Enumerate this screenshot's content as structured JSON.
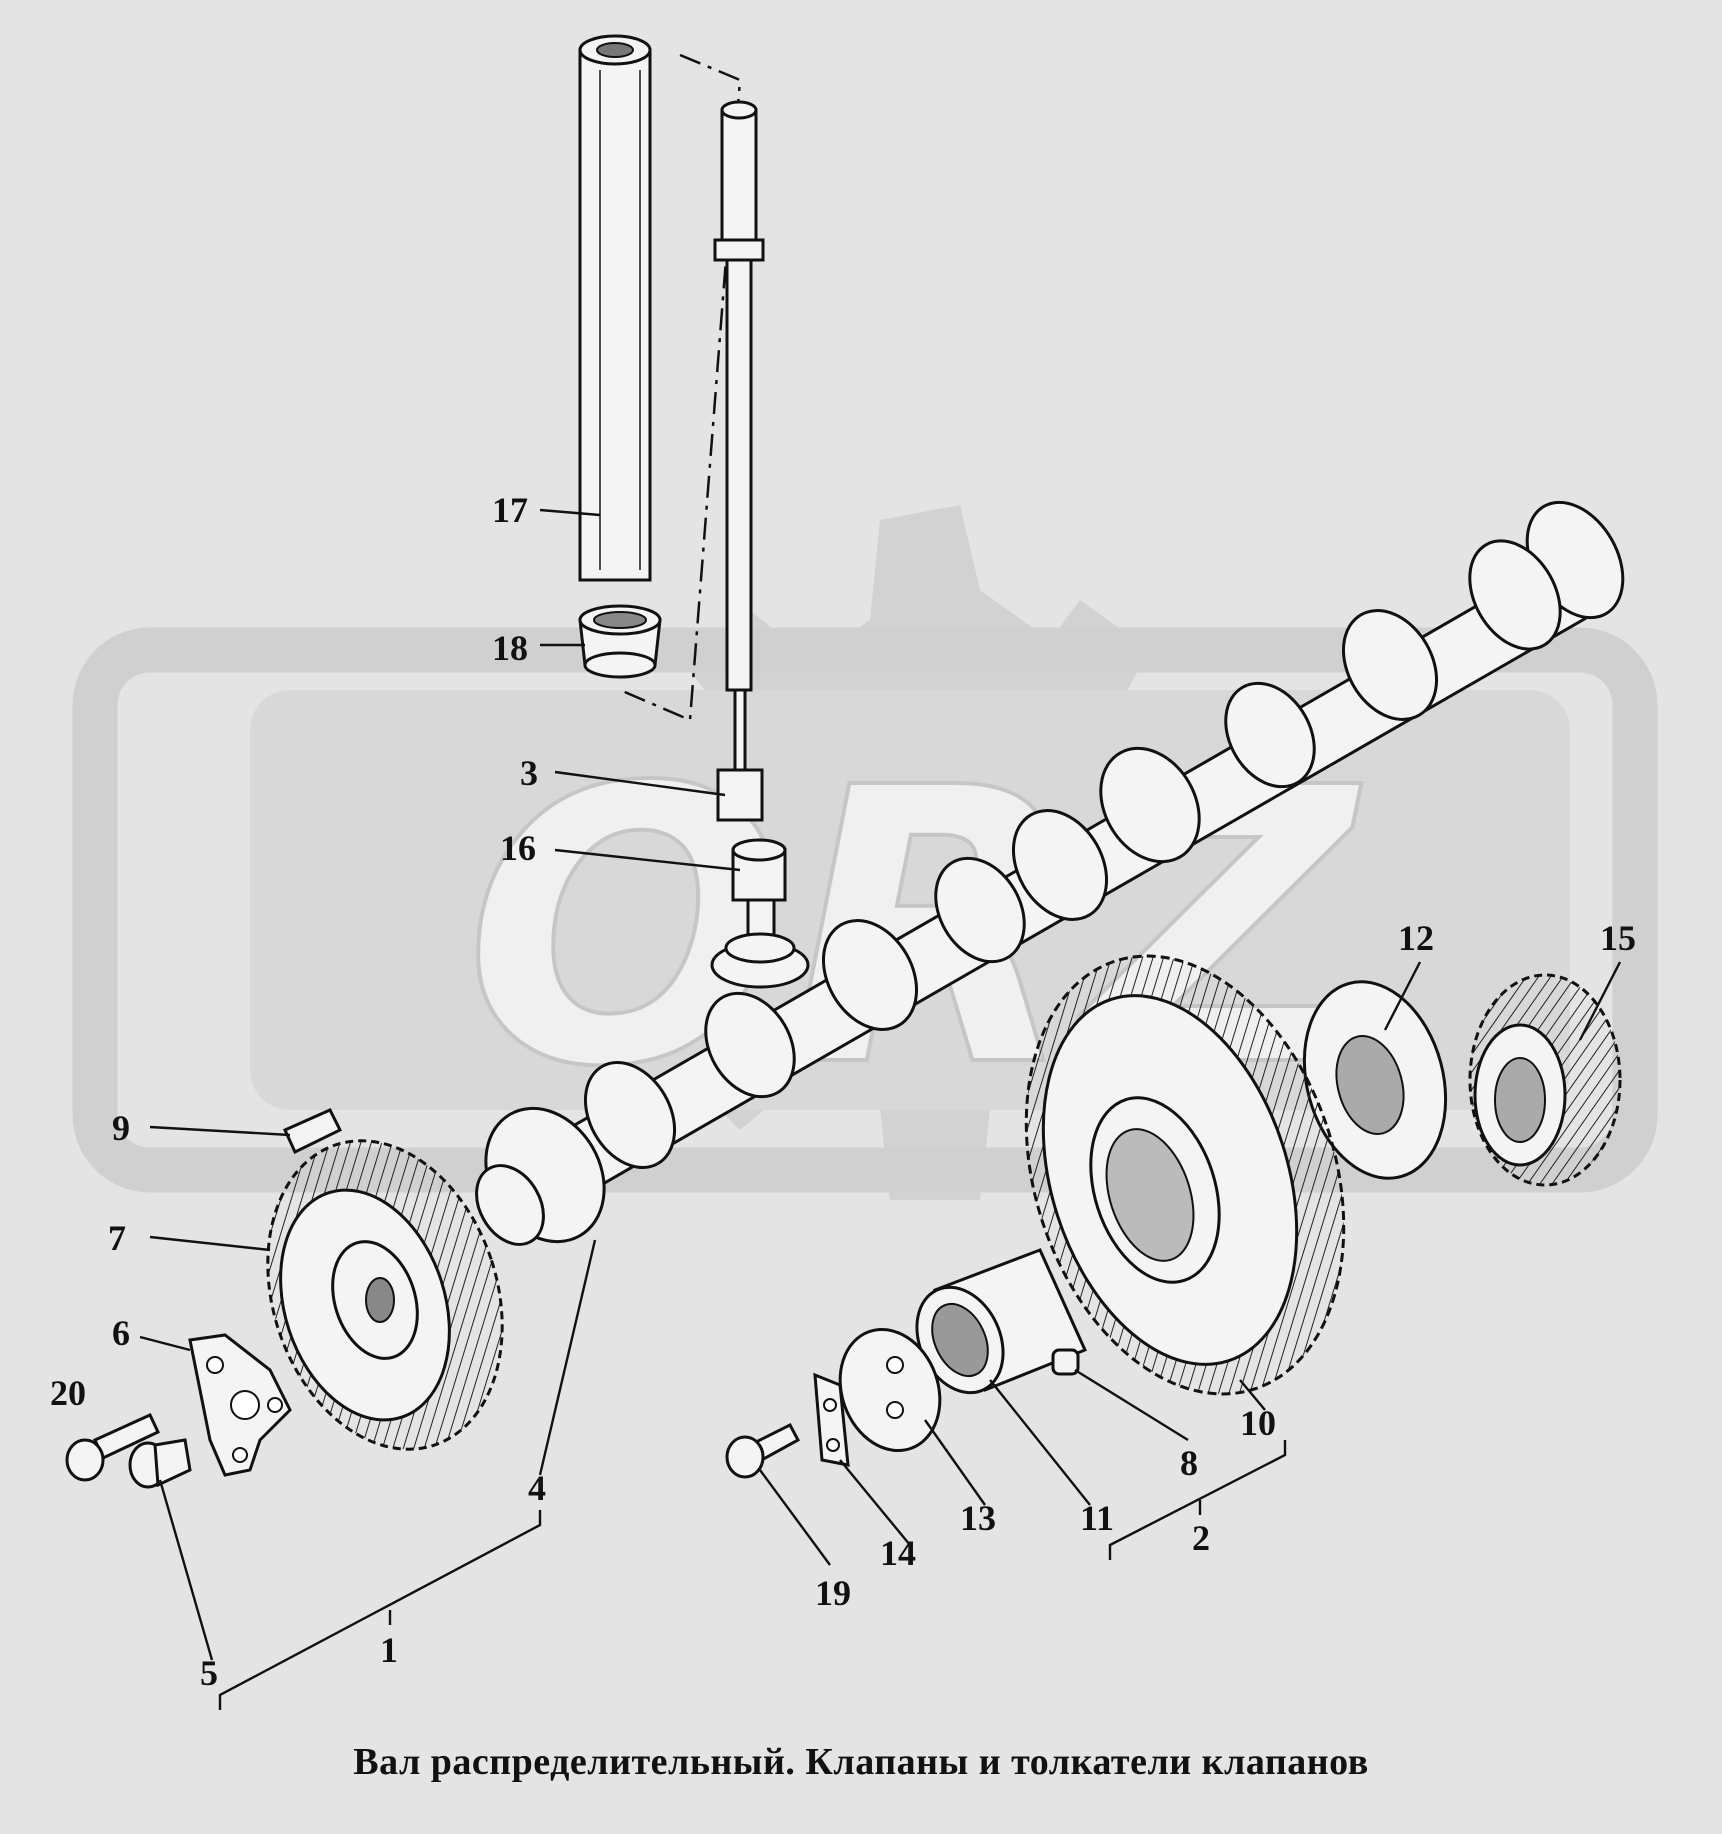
{
  "caption": "Вал распределительный. Клапаны и толкатели клапанов",
  "watermark": {
    "text": "ORZ",
    "color": "#cfcfcf"
  },
  "callouts": [
    "17",
    "18",
    "3",
    "16",
    "9",
    "7",
    "6",
    "20",
    "5",
    "4",
    "1",
    "12",
    "15",
    "10",
    "8",
    "2",
    "11",
    "13",
    "14",
    "19"
  ],
  "colors": {
    "background": "#e4e4e4",
    "line": "#111111",
    "part_fill": "#f4f4f4"
  }
}
